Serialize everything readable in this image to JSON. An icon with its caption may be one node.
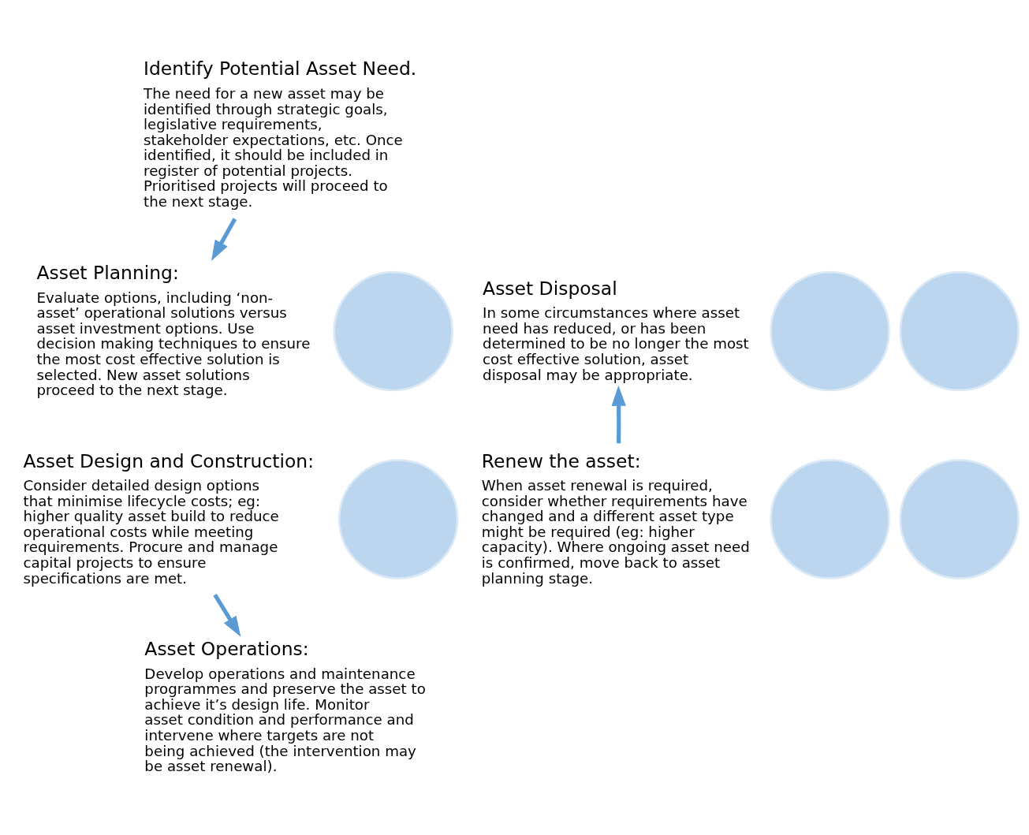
{
  "diagram": {
    "nodes": [
      {
        "text": [
          "Identify Potential Asset Need.",
          "The need for a new asset may be identified through strategic goals, legislative requirements, stakeholder expectations, etc. Once identified, it should be included in register of potential projects. Prioritised projects will proceed to the next stage."
        ]
      },
      {
        "text": [
          "Asset Planning:",
          "Evaluate options, including ‘non-asset’ operational solutions versus asset investment options. Use decision making techniques to ensure the most cost effective solution is selected. New asset solutions proceed to the next stage."
        ]
      },
      {
        "text": [
          "Asset Disposal",
          "In some circumstances where asset need has reduced, or has been determined to be no longer the most cost effective solution, asset disposal may be appropriate."
        ]
      },
      {
        "text": [],
        "shape": "circle"
      },
      {
        "text": [],
        "shape": "circle"
      },
      {
        "text": [],
        "shape": "circle"
      },
      {
        "text": [],
        "shape": "circle"
      },
      {
        "text": [],
        "shape": "circle"
      },
      {
        "text": [],
        "shape": "circle"
      },
      {
        "text": [
          "Renew the asset:",
          "When asset renewal is required, consider whether requirements have changed and a different asset type might be required (eg: higher capacity). Where ongoing asset need is confirmed, move back to asset planning stage."
        ]
      },
      {
        "text": [
          "Asset Design and Construction:",
          "Consider detailed design options that minimise lifecycle costs; eg: higher quality asset build to reduce operational costs while meeting requirements. Procure and manage capital projects to ensure specifications are met."
        ]
      },
      {
        "text": [
          "Asset Operations:",
          "Develop operations and maintenance programmes and preserve the asset to achieve it’s design life. Monitor asset condition and performance and intervene where targets are not being achieved (the intervention may be asset renewal)."
        ]
      }
    ],
    "edges": [
      {
        "from": 0,
        "to": 1,
        "arrow": "to"
      },
      {
        "from": 10,
        "to": 11,
        "arrow": "to"
      },
      {
        "from": 9,
        "to": 2,
        "arrow": "to"
      }
    ]
  }
}
